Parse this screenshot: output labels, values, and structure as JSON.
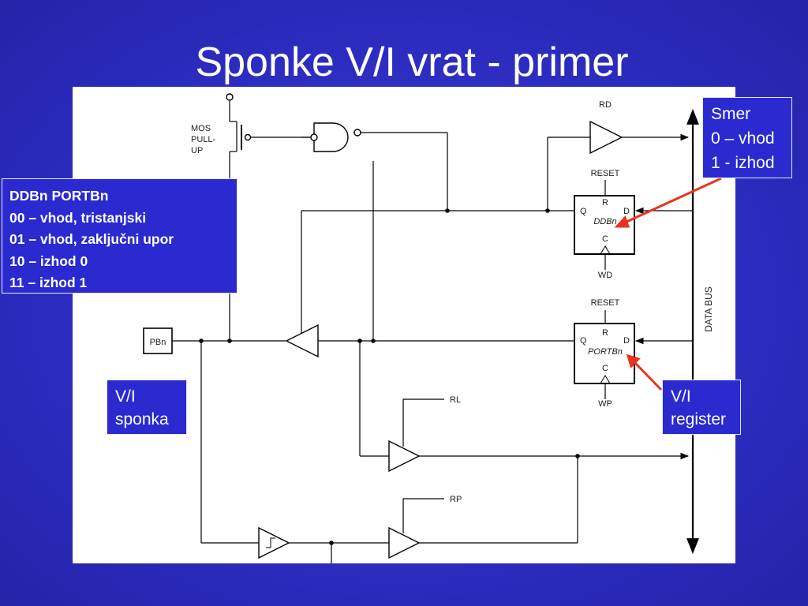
{
  "title": "Sponke V/I vrat - primer",
  "diagram": {
    "labels": {
      "mos_pullup": [
        "MOS",
        "PULL-",
        "UP"
      ],
      "pin": "PBn",
      "rd": "RD",
      "reset_top": "RESET",
      "reset_bottom": "RESET",
      "wd": "WD",
      "wp": "WP",
      "rl": "RL",
      "rp": "RP",
      "data_bus": "DATA BUS",
      "ddr_reg": {
        "name": "DDBn",
        "r": "R",
        "q": "Q",
        "d": "D",
        "c": "C"
      },
      "port_reg": {
        "name": "PORTBn",
        "r": "R",
        "q": "Q",
        "d": "D",
        "c": "C"
      }
    },
    "colors": {
      "wire": "#000000",
      "arrow": "#e8341c",
      "background": "#ffffff"
    }
  },
  "notes": {
    "ddb_modes": [
      "DDBn PORTBn",
      "00 – vhod, tristanjski",
      "01 – vhod, zaključni upor",
      "10 – izhod 0",
      "11 – izhod 1"
    ],
    "direction": [
      "Smer",
      "0 – vhod",
      "1 - izhod"
    ],
    "pin": [
      "V/I",
      "sponka"
    ],
    "register": [
      "V/I",
      "register"
    ]
  },
  "colors": {
    "slide_background": "#2c2cc0",
    "text": "#ffffff"
  }
}
